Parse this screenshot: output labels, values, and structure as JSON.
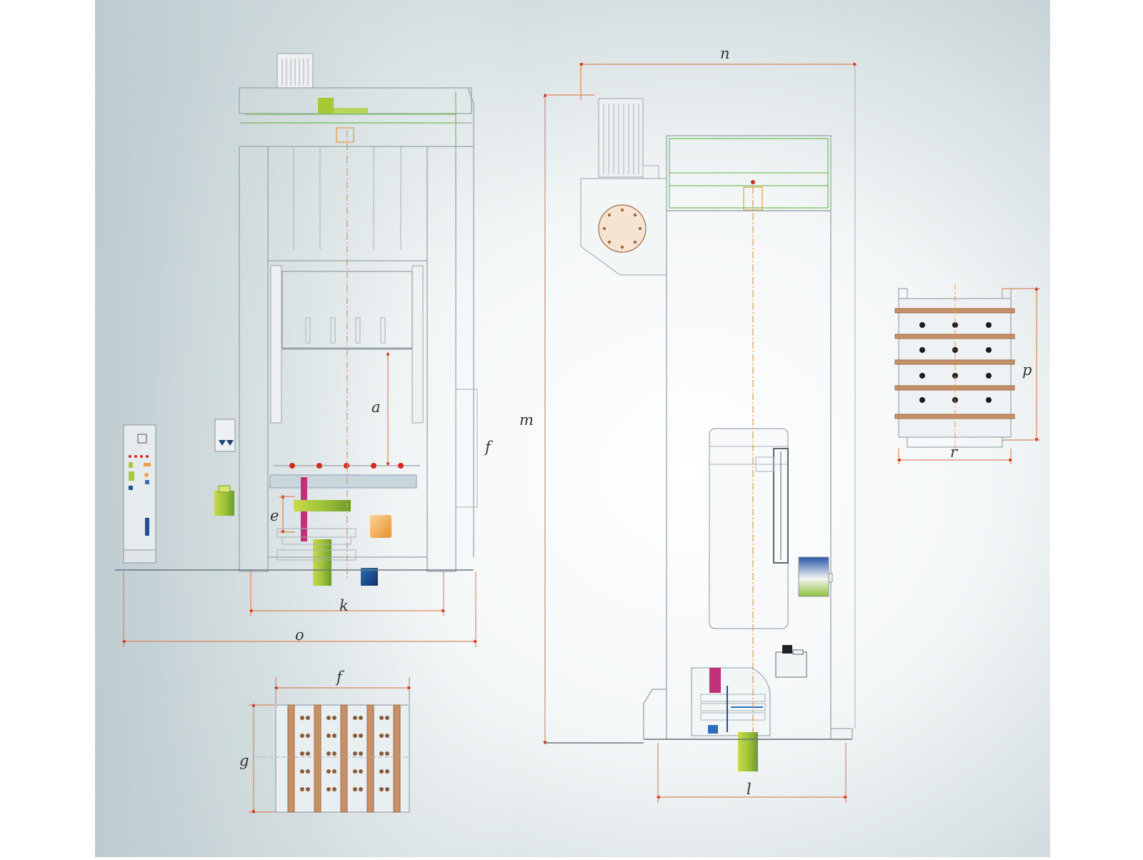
{
  "drawing": {
    "labels": {
      "a": "a",
      "e": "e",
      "f_side": "f",
      "k": "k",
      "o": "o",
      "f_table": "f",
      "g": "g",
      "m": "m",
      "n": "n",
      "l": "l",
      "p": "p",
      "r": "r"
    }
  },
  "colors": {
    "background_light": "#f5f7f8",
    "background_shadow": "#c6d3d6",
    "frame_line": "#9aa3a8",
    "dimension_line": "#d8703a",
    "dimension_arrow": "#d42a1a",
    "center_axis": "#e39a3c",
    "accent_green": "#a6c93a",
    "accent_magenta": "#c2307a",
    "accent_orange": "#f0a14a",
    "accent_blue": "#1f4f9a",
    "table_rail": "#c79068"
  }
}
